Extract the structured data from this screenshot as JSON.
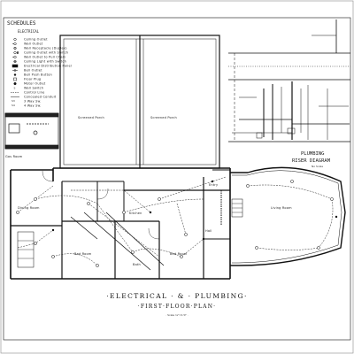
{
  "schedules": {
    "title": "SCHEDULES",
    "subtitle": "ELECTRICAL",
    "items": [
      "Ceiling Outlet",
      "Wall Outlet",
      "Wall Receptacle (Duplex)",
      "Ceiling Outlet with Switch",
      "Wall Outlet to Pull Chain",
      "Ceiling Light with Switch",
      "Electrical Distribution Panel",
      "Bell Outlet",
      "Bell Push Button",
      "Floor Plug",
      "Motor Outlet",
      "Wall Switch",
      "Control Line",
      "Concealed Conduit",
      "3 Way Sw.",
      "4 Way Sw."
    ]
  },
  "rooms": {
    "dining_room": "Dining Room",
    "living_room": "Living Room",
    "kitchen": "Kitchen",
    "screened_porch_1": "Screened Porch",
    "screened_porch_2": "Screened Porch",
    "bed_room_1": "Bed Room",
    "bed_room_2": "Bed Room",
    "bath": "Bath",
    "hall": "Hall",
    "entry": "Entry",
    "small_room": "Gas Room"
  },
  "riser": {
    "title_line1": "PLUMBING",
    "title_line2": "RISER DIAGRAM",
    "scale": "No Scale"
  },
  "title_block": {
    "line1": "·ELECTRICAL · & · PLUMBING·",
    "line2": "·FIRST·FLOOR·PLAN·",
    "scale": "· Scale ⅛\"=1'0\" ·"
  }
}
